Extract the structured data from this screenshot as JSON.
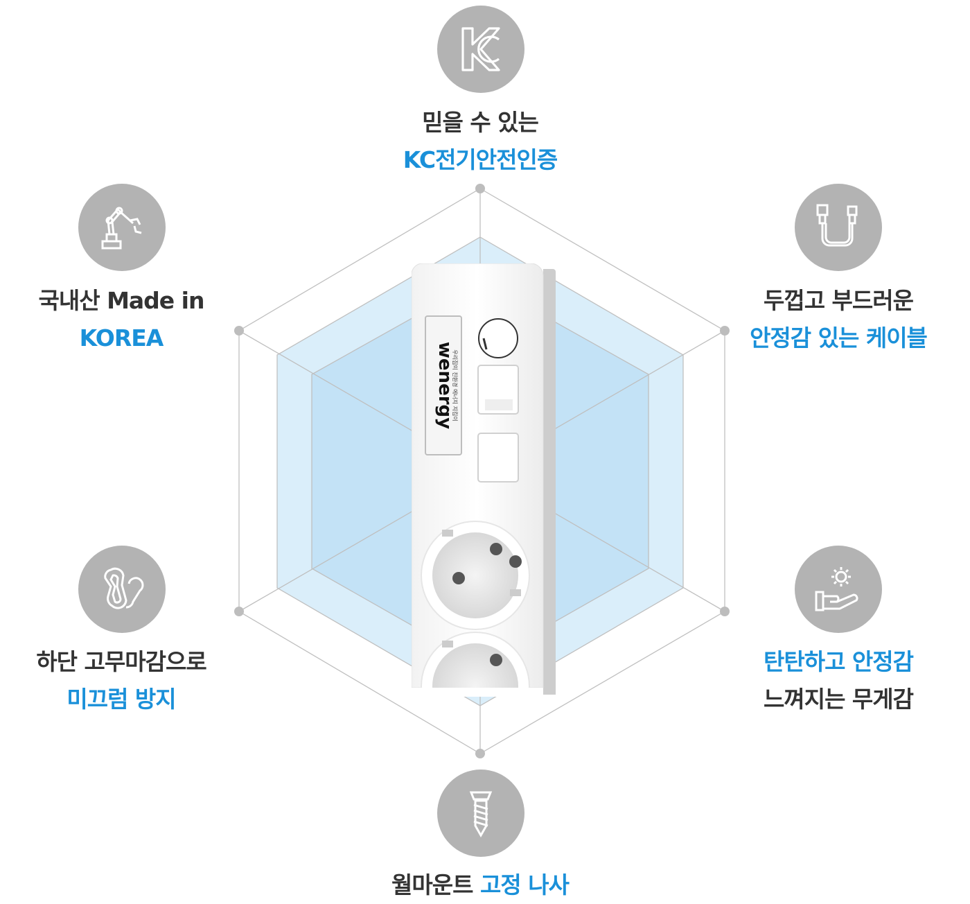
{
  "colors": {
    "text_dark": "#333333",
    "text_blue": "#1a90d9",
    "icon_bg": "#b3b3b3",
    "hex_fill": "#c5e3f6",
    "hex_line": "#bfbfbf"
  },
  "features": {
    "top": {
      "icon": "kc-mark-icon",
      "line1": "믿을 수 있는",
      "line2": "KC전기안전인증"
    },
    "top_right": {
      "icon": "usb-cable-icon",
      "line1": "두껍고 부드러운",
      "line2": "안정감 있는 케이블"
    },
    "bottom_right": {
      "icon": "hand-gear-icon",
      "line1": "탄탄하고 안정감",
      "line2": "느껴지는 무게감"
    },
    "bottom": {
      "icon": "screw-icon",
      "line1_dark": "월마운트",
      "line1_blue": "고정 나사"
    },
    "bottom_left": {
      "icon": "rubber-pad-icon",
      "line1": "하단 고무마감으로",
      "line2": "미끄럼 방지"
    },
    "top_left": {
      "icon": "robot-arm-icon",
      "line1": "국내산 Made in",
      "line2": "KOREA"
    }
  },
  "product": {
    "brand": "wenergy",
    "tagline": "우리집의 친환경 에너지 지킴이"
  }
}
